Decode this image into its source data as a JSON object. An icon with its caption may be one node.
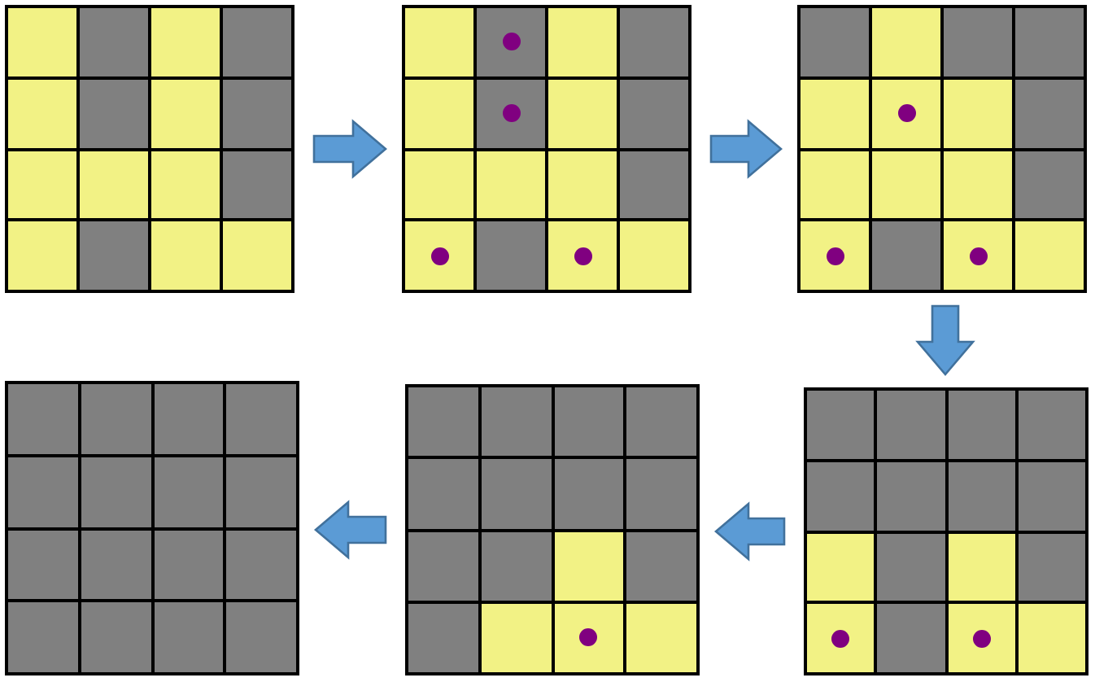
{
  "diagram": {
    "nodes": [
      {
        "text": [],
        "shape": "grid"
      },
      {
        "text": [],
        "shape": "grid"
      },
      {
        "text": [],
        "shape": "grid"
      },
      {
        "text": [],
        "shape": "grid"
      },
      {
        "text": [],
        "shape": "grid"
      },
      {
        "text": [],
        "shape": "grid"
      }
    ],
    "edges": [
      {
        "from": 0,
        "to": 1,
        "arrow": "to"
      },
      {
        "from": 1,
        "to": 2,
        "arrow": "to"
      },
      {
        "from": 2,
        "to": 3,
        "arrow": "to"
      },
      {
        "from": 3,
        "to": 4,
        "arrow": "to"
      },
      {
        "from": 4,
        "to": 5,
        "arrow": "to"
      }
    ]
  }
}
